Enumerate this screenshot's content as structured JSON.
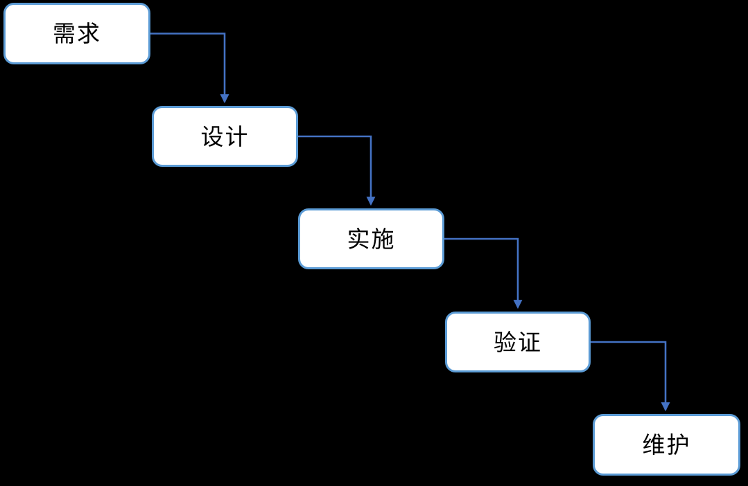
{
  "diagram": {
    "type": "flowchart-waterfall-model",
    "nodes": [
      {
        "id": "requirements",
        "label": "需求"
      },
      {
        "id": "design",
        "label": "设计"
      },
      {
        "id": "implementation",
        "label": "实施"
      },
      {
        "id": "verification",
        "label": "验证"
      },
      {
        "id": "maintenance",
        "label": "维护"
      }
    ],
    "edges": [
      {
        "from": "需求",
        "to": "设计"
      },
      {
        "from": "设计",
        "to": "实施"
      },
      {
        "from": "实施",
        "to": "验证"
      },
      {
        "from": "验证",
        "to": "维护"
      }
    ],
    "colors": {
      "background": "#000000",
      "box_fill": "#ffffff",
      "box_border": "#5B9BD5",
      "connector": "#4472C4",
      "text": "#000000"
    }
  }
}
